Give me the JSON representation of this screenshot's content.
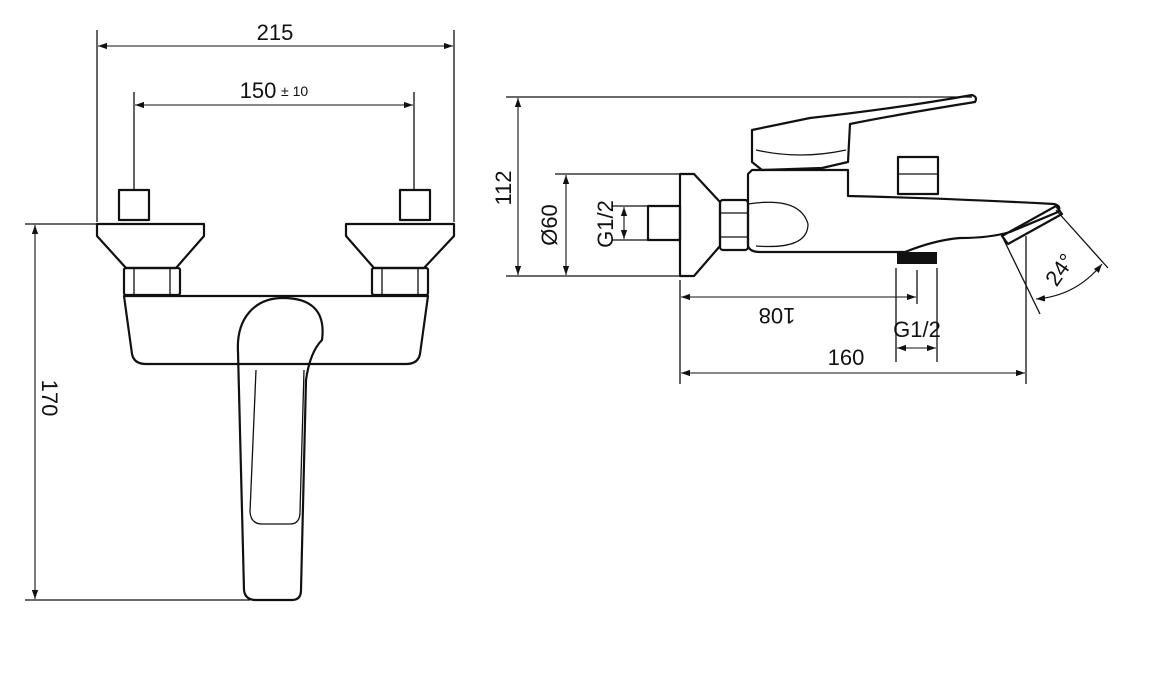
{
  "front_view": {
    "overall_width": "215",
    "centers": "150",
    "centers_tolerance": "± 10",
    "height": "170"
  },
  "side_view": {
    "projection_height": "112",
    "flange_diameter": "Ø60",
    "inlet_thread": "G1/2",
    "outlet_offset": "108",
    "outlet_thread": "G1/2",
    "overall_length": "160",
    "spout_angle": "24°"
  }
}
